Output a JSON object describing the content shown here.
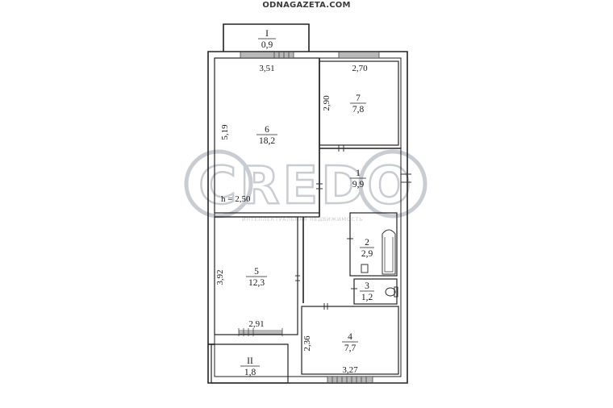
{
  "site_label": "ODNAGAZETA.COM",
  "watermark": {
    "brand": "CREDO",
    "tagline": "ИНТЕЛЛЕКТУАЛЬНАЯ НЕДВИЖИМОСТЬ",
    "color": "#c9ccd0"
  },
  "plan": {
    "ceiling_height": "h = 2,50",
    "dimensions": {
      "room6_width": "3,51",
      "room6_length": "5,19",
      "room7_width": "2,70",
      "room7_length": "2,90",
      "room5_length": "3,92",
      "room5_width": "2,91",
      "room4_length": "2,36",
      "room4_width": "3,27"
    },
    "rooms": [
      {
        "id": "I",
        "number": "I",
        "area": "0,9"
      },
      {
        "id": "6",
        "number": "6",
        "area": "18,2"
      },
      {
        "id": "7",
        "number": "7",
        "area": "7,8"
      },
      {
        "id": "1",
        "number": "1",
        "area": "9,9"
      },
      {
        "id": "2",
        "number": "2",
        "area": "2,9"
      },
      {
        "id": "3",
        "number": "3",
        "area": "1,2"
      },
      {
        "id": "5",
        "number": "5",
        "area": "12,3"
      },
      {
        "id": "4",
        "number": "4",
        "area": "7,7"
      },
      {
        "id": "II",
        "number": "II",
        "area": "1,8"
      }
    ]
  }
}
